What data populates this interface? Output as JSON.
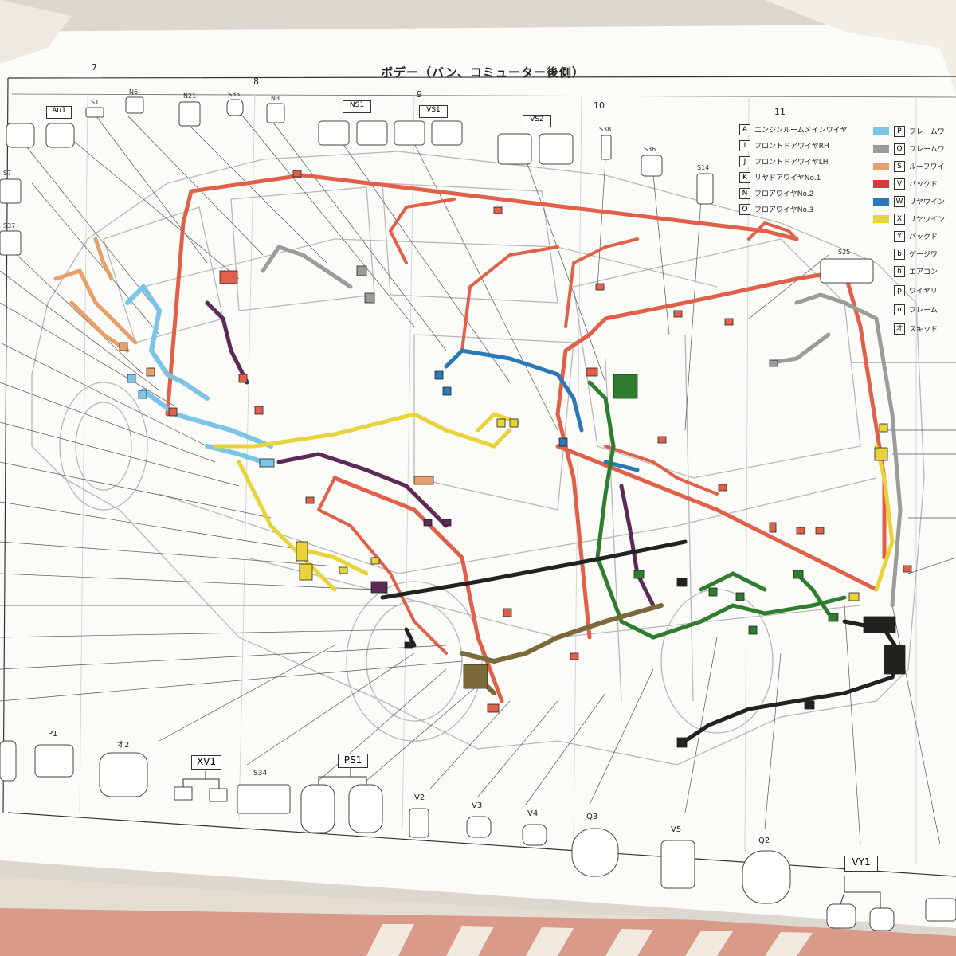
{
  "page": {
    "title": "ボデー（バン、コミューター後側）",
    "column_numbers": [
      "7",
      "8",
      "9",
      "10",
      "11"
    ]
  },
  "legend": {
    "left": [
      {
        "key": "A",
        "text": "エンジンルームメインワイヤ"
      },
      {
        "key": "I",
        "text": "フロントドアワイヤRH"
      },
      {
        "key": "J",
        "text": "フロントドアワイヤLH"
      },
      {
        "key": "K",
        "text": "リヤドアワイヤNo.1"
      },
      {
        "key": "N",
        "text": "フロアワイヤNo.2"
      },
      {
        "key": "O",
        "text": "フロアワイヤNo.3"
      }
    ],
    "right": [
      {
        "key": "P",
        "text": "フレームワ",
        "color": "#7cc4e8"
      },
      {
        "key": "Q",
        "text": "フレームワ",
        "color": "#9b9b9b"
      },
      {
        "key": "S",
        "text": "ルーフワイ",
        "color": "#e8a06a"
      },
      {
        "key": "V",
        "text": "バックド",
        "color": "#d63a3a"
      },
      {
        "key": "W",
        "text": "リヤウイン",
        "color": "#2a78b8"
      },
      {
        "key": "X",
        "text": "リヤウイン",
        "color": "#e8d43a"
      },
      {
        "key": "Y",
        "text": "バックド",
        "color": ""
      },
      {
        "key": "b",
        "text": "ゲージワ",
        "color": ""
      },
      {
        "key": "h",
        "text": "エアコン",
        "color": ""
      },
      {
        "key": "p",
        "text": "ワイヤリ",
        "color": ""
      },
      {
        "key": "u",
        "text": "フレーム",
        "color": ""
      },
      {
        "key": "オ",
        "text": "スキッド",
        "color": ""
      }
    ]
  },
  "connectors_top": [
    "Au1",
    "S1",
    "N6",
    "N21",
    "S35",
    "N3",
    "NS1",
    "VS1",
    "VS2",
    "S38",
    "S36",
    "S14",
    "S25",
    "S7",
    "S37"
  ],
  "connectors_bottom": [
    "P1",
    "オ2",
    "XV1",
    "S34",
    "PS1",
    "V2",
    "V3",
    "V4",
    "Q3",
    "V5",
    "Q2",
    "VY1"
  ],
  "colors": {
    "paper": "#fbfbf8",
    "roof_wire": "#e0604a",
    "frame_blue": "#7cc4e8",
    "rear_gray": "#9b9b9b",
    "yellow_wire": "#e8d43a",
    "green_wire": "#2f7d2f",
    "purple_wire": "#5b2a55",
    "olive_wire": "#7a6a3a",
    "black_wire": "#222222"
  }
}
